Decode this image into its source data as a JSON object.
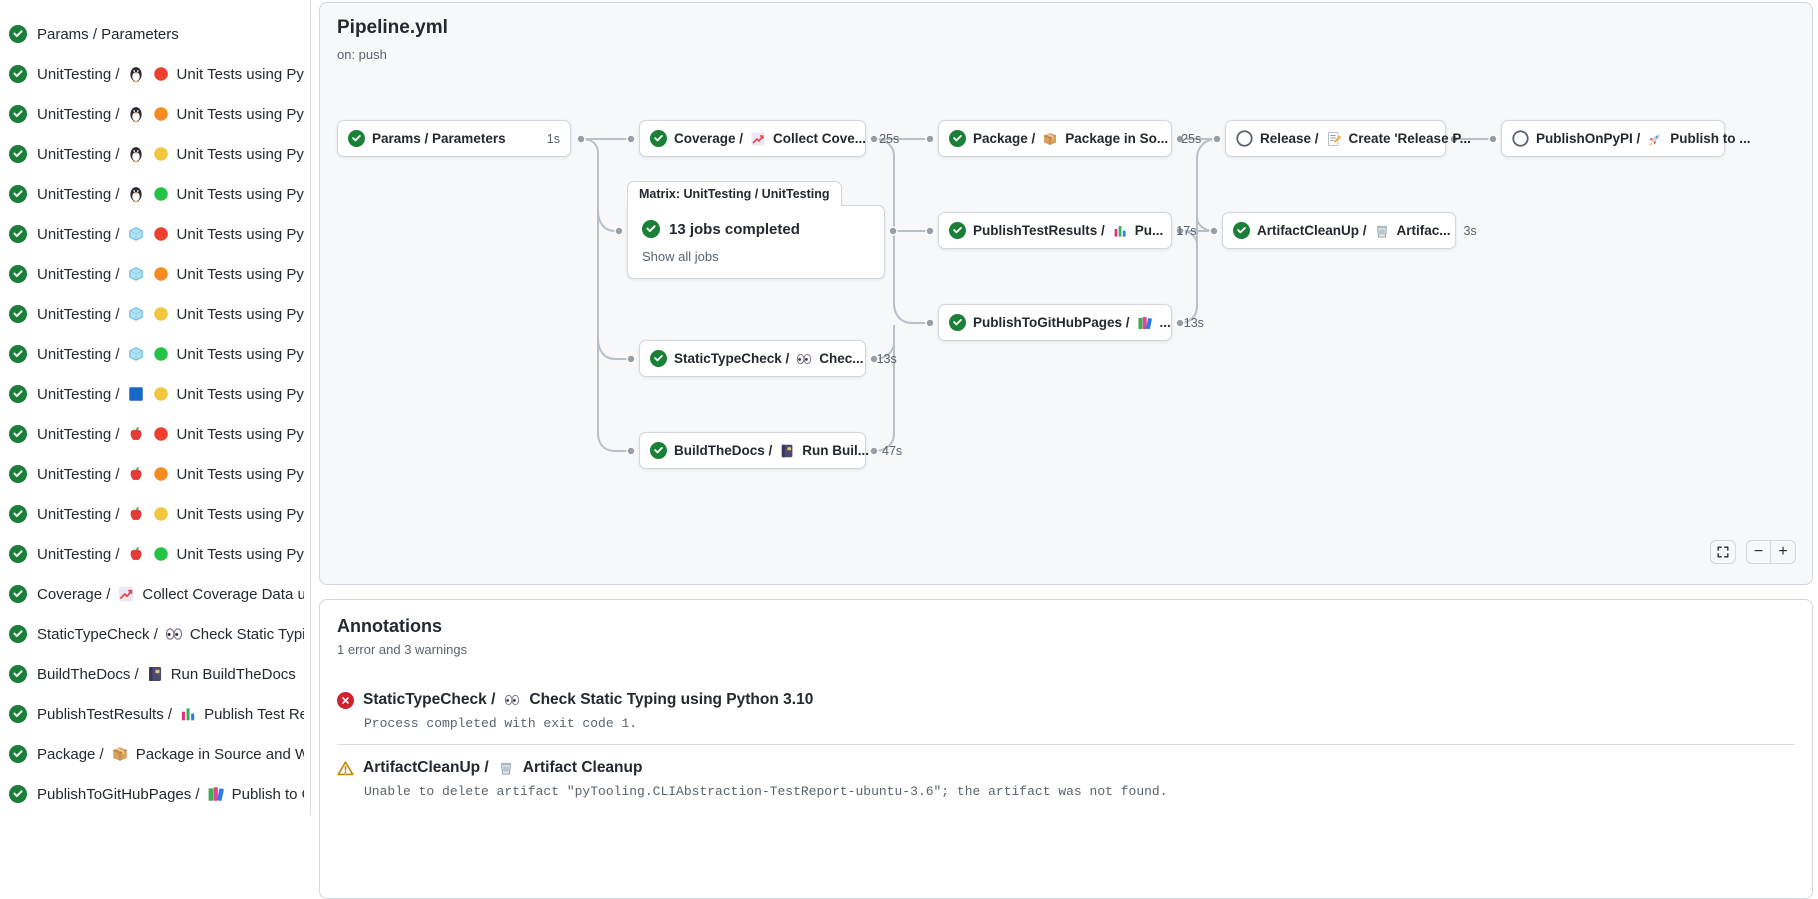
{
  "sidebar": {
    "items": [
      {
        "id": "params",
        "status": "success",
        "parts": [
          {
            "t": "Params / Parameters"
          }
        ]
      },
      {
        "id": "unittesting-linux-py37",
        "status": "success",
        "parts": [
          {
            "t": "UnitTesting /"
          },
          {
            "i": "penguin"
          },
          {
            "i": "dot-red"
          },
          {
            "t": "Unit Tests using Pyth..."
          }
        ]
      },
      {
        "id": "unittesting-linux-py38",
        "status": "success",
        "parts": [
          {
            "t": "UnitTesting /"
          },
          {
            "i": "penguin"
          },
          {
            "i": "dot-orange"
          },
          {
            "t": "Unit Tests using Pyth..."
          }
        ]
      },
      {
        "id": "unittesting-linux-py39",
        "status": "success",
        "parts": [
          {
            "t": "UnitTesting /"
          },
          {
            "i": "penguin"
          },
          {
            "i": "dot-yellow"
          },
          {
            "t": "Unit Tests using Pyth..."
          }
        ]
      },
      {
        "id": "unittesting-linux-py310",
        "status": "success",
        "parts": [
          {
            "t": "UnitTesting /"
          },
          {
            "i": "penguin"
          },
          {
            "i": "dot-green"
          },
          {
            "t": "Unit Tests using Pyth..."
          }
        ]
      },
      {
        "id": "unittesting-msys-py37",
        "status": "success",
        "parts": [
          {
            "t": "UnitTesting /"
          },
          {
            "i": "ice-cube"
          },
          {
            "i": "dot-red"
          },
          {
            "t": "Unit Tests using Pyth..."
          }
        ]
      },
      {
        "id": "unittesting-msys-py38",
        "status": "success",
        "parts": [
          {
            "t": "UnitTesting /"
          },
          {
            "i": "ice-cube"
          },
          {
            "i": "dot-orange"
          },
          {
            "t": "Unit Tests using Pyth..."
          }
        ]
      },
      {
        "id": "unittesting-msys-py39",
        "status": "success",
        "parts": [
          {
            "t": "UnitTesting /"
          },
          {
            "i": "ice-cube"
          },
          {
            "i": "dot-yellow"
          },
          {
            "t": "Unit Tests using Pyth..."
          }
        ]
      },
      {
        "id": "unittesting-msys-py310",
        "status": "success",
        "parts": [
          {
            "t": "UnitTesting /"
          },
          {
            "i": "ice-cube"
          },
          {
            "i": "dot-green"
          },
          {
            "t": "Unit Tests using Pyth..."
          }
        ]
      },
      {
        "id": "unittesting-windows-py39",
        "status": "success",
        "parts": [
          {
            "t": "UnitTesting /"
          },
          {
            "i": "blue-square"
          },
          {
            "i": "dot-yellow"
          },
          {
            "t": "Unit Tests using Pyth..."
          }
        ]
      },
      {
        "id": "unittesting-macos-py37",
        "status": "success",
        "parts": [
          {
            "t": "UnitTesting /"
          },
          {
            "i": "apple"
          },
          {
            "i": "dot-red"
          },
          {
            "t": "Unit Tests using Pyth..."
          }
        ]
      },
      {
        "id": "unittesting-macos-py38",
        "status": "success",
        "parts": [
          {
            "t": "UnitTesting /"
          },
          {
            "i": "apple"
          },
          {
            "i": "dot-orange"
          },
          {
            "t": "Unit Tests using Pyth..."
          }
        ]
      },
      {
        "id": "unittesting-macos-py39",
        "status": "success",
        "parts": [
          {
            "t": "UnitTesting /"
          },
          {
            "i": "apple"
          },
          {
            "i": "dot-yellow"
          },
          {
            "t": "Unit Tests using Pyth..."
          }
        ]
      },
      {
        "id": "unittesting-macos-py310",
        "status": "success",
        "parts": [
          {
            "t": "UnitTesting /"
          },
          {
            "i": "apple"
          },
          {
            "i": "dot-green"
          },
          {
            "t": "Unit Tests using Pyth..."
          }
        ]
      },
      {
        "id": "coverage",
        "status": "success",
        "parts": [
          {
            "t": "Coverage /"
          },
          {
            "i": "chart-increasing"
          },
          {
            "t": "Collect Coverage Data usi..."
          }
        ]
      },
      {
        "id": "static-type-check",
        "status": "success",
        "parts": [
          {
            "t": "StaticTypeCheck /"
          },
          {
            "i": "eyes"
          },
          {
            "t": "Check Static Typing..."
          }
        ]
      },
      {
        "id": "build-the-docs",
        "status": "success",
        "parts": [
          {
            "t": "BuildTheDocs /"
          },
          {
            "i": "notebook"
          },
          {
            "t": "Run BuildTheDocs"
          }
        ]
      },
      {
        "id": "publish-test-results",
        "status": "success",
        "parts": [
          {
            "t": "PublishTestResults /"
          },
          {
            "i": "bar-chart"
          },
          {
            "t": "Publish Test Resu..."
          }
        ]
      },
      {
        "id": "package",
        "status": "success",
        "parts": [
          {
            "t": "Package /"
          },
          {
            "i": "package"
          },
          {
            "t": "Package in Source and Wh..."
          }
        ]
      },
      {
        "id": "publish-gh-pages",
        "status": "success",
        "parts": [
          {
            "t": "PublishToGitHubPages /"
          },
          {
            "i": "books"
          },
          {
            "t": "Publish to G..."
          }
        ]
      }
    ]
  },
  "graph": {
    "title": "Pipeline.yml",
    "trigger": "on: push",
    "nodes": [
      {
        "id": "params",
        "status": "success",
        "parts": [
          {
            "t": "Params / Parameters"
          }
        ],
        "duration": "1s"
      },
      {
        "id": "coverage",
        "status": "success",
        "parts": [
          {
            "t": "Coverage /"
          },
          {
            "i": "chart-increasing"
          },
          {
            "t": "Collect Cove..."
          }
        ],
        "duration": "25s"
      },
      {
        "id": "package",
        "status": "success",
        "parts": [
          {
            "t": "Package /"
          },
          {
            "i": "package"
          },
          {
            "t": "Package in So..."
          }
        ],
        "duration": "25s"
      },
      {
        "id": "release",
        "status": "skipped",
        "parts": [
          {
            "t": "Release /"
          },
          {
            "i": "memo"
          },
          {
            "t": "Create 'Release P..."
          }
        ],
        "duration": ""
      },
      {
        "id": "publish-pypi",
        "status": "skipped",
        "parts": [
          {
            "t": "PublishOnPyPI /"
          },
          {
            "i": "rocket"
          },
          {
            "t": "Publish to ..."
          }
        ],
        "duration": ""
      },
      {
        "id": "publish-test-results",
        "status": "success",
        "parts": [
          {
            "t": "PublishTestResults /"
          },
          {
            "i": "bar-chart"
          },
          {
            "t": "Pu..."
          }
        ],
        "duration": "17s"
      },
      {
        "id": "artifact-cleanup",
        "status": "success",
        "parts": [
          {
            "t": "ArtifactCleanUp /"
          },
          {
            "i": "wastebasket"
          },
          {
            "t": "Artifac..."
          }
        ],
        "duration": "3s"
      },
      {
        "id": "publish-gh-pages",
        "status": "success",
        "parts": [
          {
            "t": "PublishToGitHubPages /"
          },
          {
            "i": "books"
          },
          {
            "t": "..."
          }
        ],
        "duration": "13s"
      },
      {
        "id": "static-type-check",
        "status": "success",
        "parts": [
          {
            "t": "StaticTypeCheck /"
          },
          {
            "i": "eyes"
          },
          {
            "t": "Chec..."
          }
        ],
        "duration": "13s"
      },
      {
        "id": "build-the-docs",
        "status": "success",
        "parts": [
          {
            "t": "BuildTheDocs /"
          },
          {
            "i": "notebook"
          },
          {
            "t": "Run Buil..."
          }
        ],
        "duration": "47s"
      }
    ],
    "matrix": {
      "header": "Matrix: UnitTesting / UnitTesting",
      "status_text": "13 jobs completed",
      "link": "Show all jobs"
    },
    "controls": {
      "zoom_out": "−",
      "zoom_in": "+"
    }
  },
  "annotations": {
    "title": "Annotations",
    "summary": "1 error and 3 warnings",
    "items": [
      {
        "severity": "error",
        "parts": [
          {
            "t": "StaticTypeCheck /"
          },
          {
            "i": "eyes"
          },
          {
            "t": "Check Static Typing using Python 3.10"
          }
        ],
        "message": "Process completed with exit code 1."
      },
      {
        "severity": "warning",
        "parts": [
          {
            "t": "ArtifactCleanUp /"
          },
          {
            "i": "wastebasket"
          },
          {
            "t": "Artifact Cleanup"
          }
        ],
        "message": "Unable to delete artifact \"pyTooling.CLIAbstraction-TestReport-ubuntu-3.6\"; the artifact was not found."
      }
    ]
  }
}
